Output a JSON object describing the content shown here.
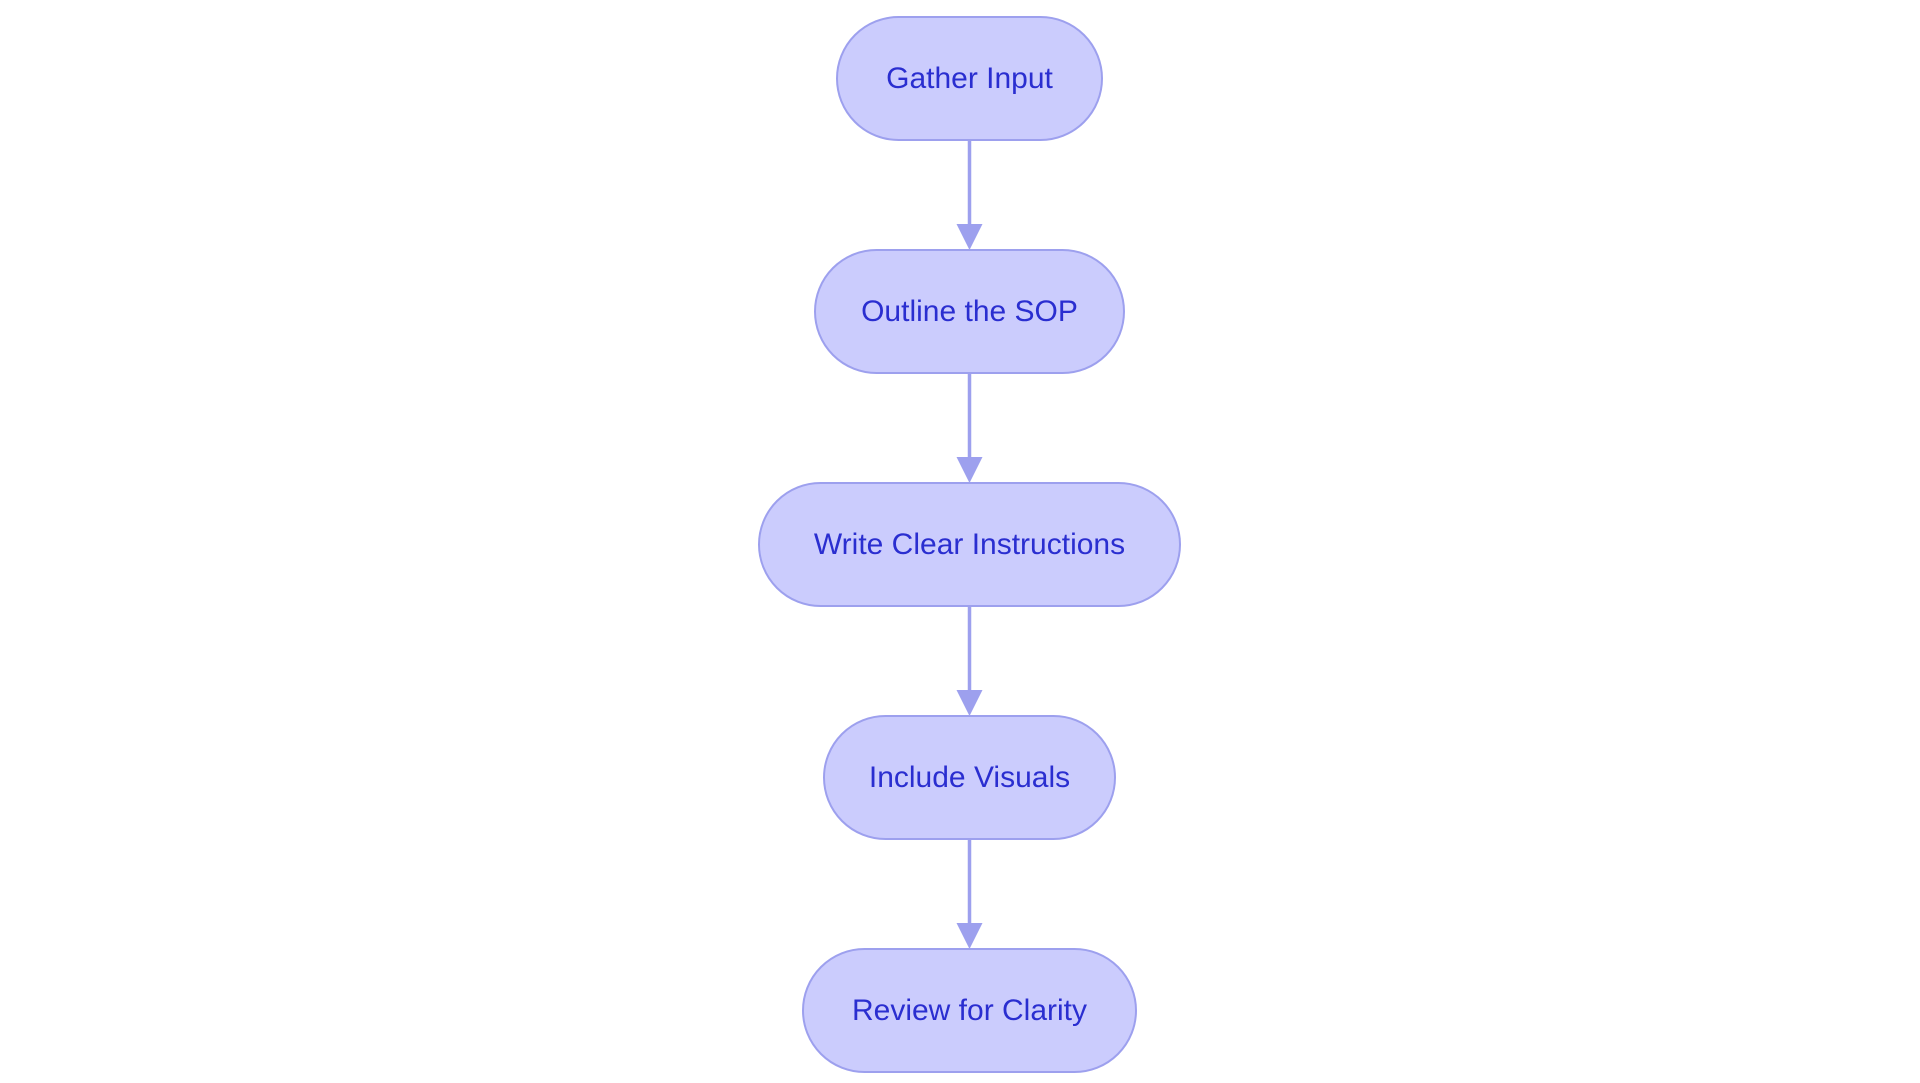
{
  "diagram": {
    "type": "flowchart",
    "direction": "top-to-bottom",
    "colors": {
      "node_fill": "#CBCCFD",
      "node_border": "#9DA0EE",
      "node_text": "#2A2ED0",
      "edge": "#9DA0EE"
    },
    "nodes": [
      {
        "id": "gather",
        "label": "Gather Input"
      },
      {
        "id": "outline",
        "label": "Outline the SOP"
      },
      {
        "id": "write",
        "label": "Write Clear Instructions"
      },
      {
        "id": "visuals",
        "label": "Include Visuals"
      },
      {
        "id": "review",
        "label": "Review for Clarity"
      }
    ],
    "edges": [
      {
        "from": "gather",
        "to": "outline"
      },
      {
        "from": "outline",
        "to": "write"
      },
      {
        "from": "write",
        "to": "visuals"
      },
      {
        "from": "visuals",
        "to": "review"
      }
    ]
  }
}
